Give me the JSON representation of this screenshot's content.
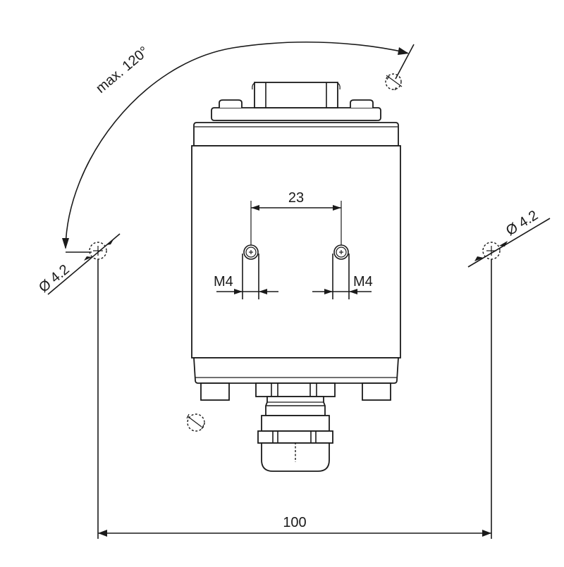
{
  "drawing": {
    "background": "#ffffff",
    "line_color": "#1a1a1a",
    "annotations": {
      "rotation_angle": "max. 120°",
      "hole_diameter_left": "Ø 4.2",
      "hole_diameter_right": "Ø 4.2",
      "screw_spacing": "23",
      "thread_left": "M4",
      "thread_right": "M4",
      "overall_width": "100"
    },
    "components": {
      "housing": "housing-body",
      "top_connector": "connector-top",
      "cable_gland": "cable-gland-bottom",
      "mounting_screws": 2,
      "mounting_holes": 2
    }
  }
}
